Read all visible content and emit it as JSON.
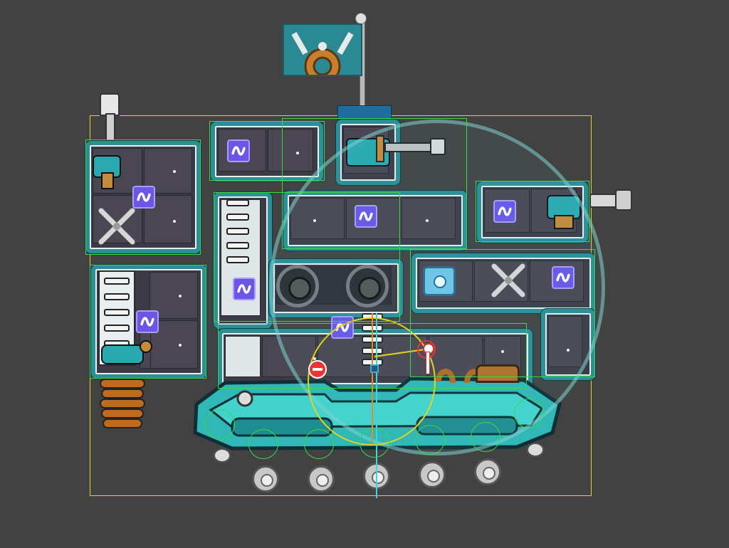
{
  "scene": {
    "type": "vehicle-builder-editor",
    "background_color": "#424242",
    "flag": {
      "emblem": "gear-emblem",
      "color": "#2a8a93"
    },
    "colors": {
      "hull_teal": "#2fb8b6",
      "room_border": "#2c8f97",
      "selection_yellow": "#e7d21a",
      "selection_green": "#39d84a",
      "ability_purple": "#6b56e8",
      "range_circle": "#7fd1cf"
    },
    "ability_icon": "wave-icon",
    "ability_tiles": 8,
    "wheels": 5
  }
}
